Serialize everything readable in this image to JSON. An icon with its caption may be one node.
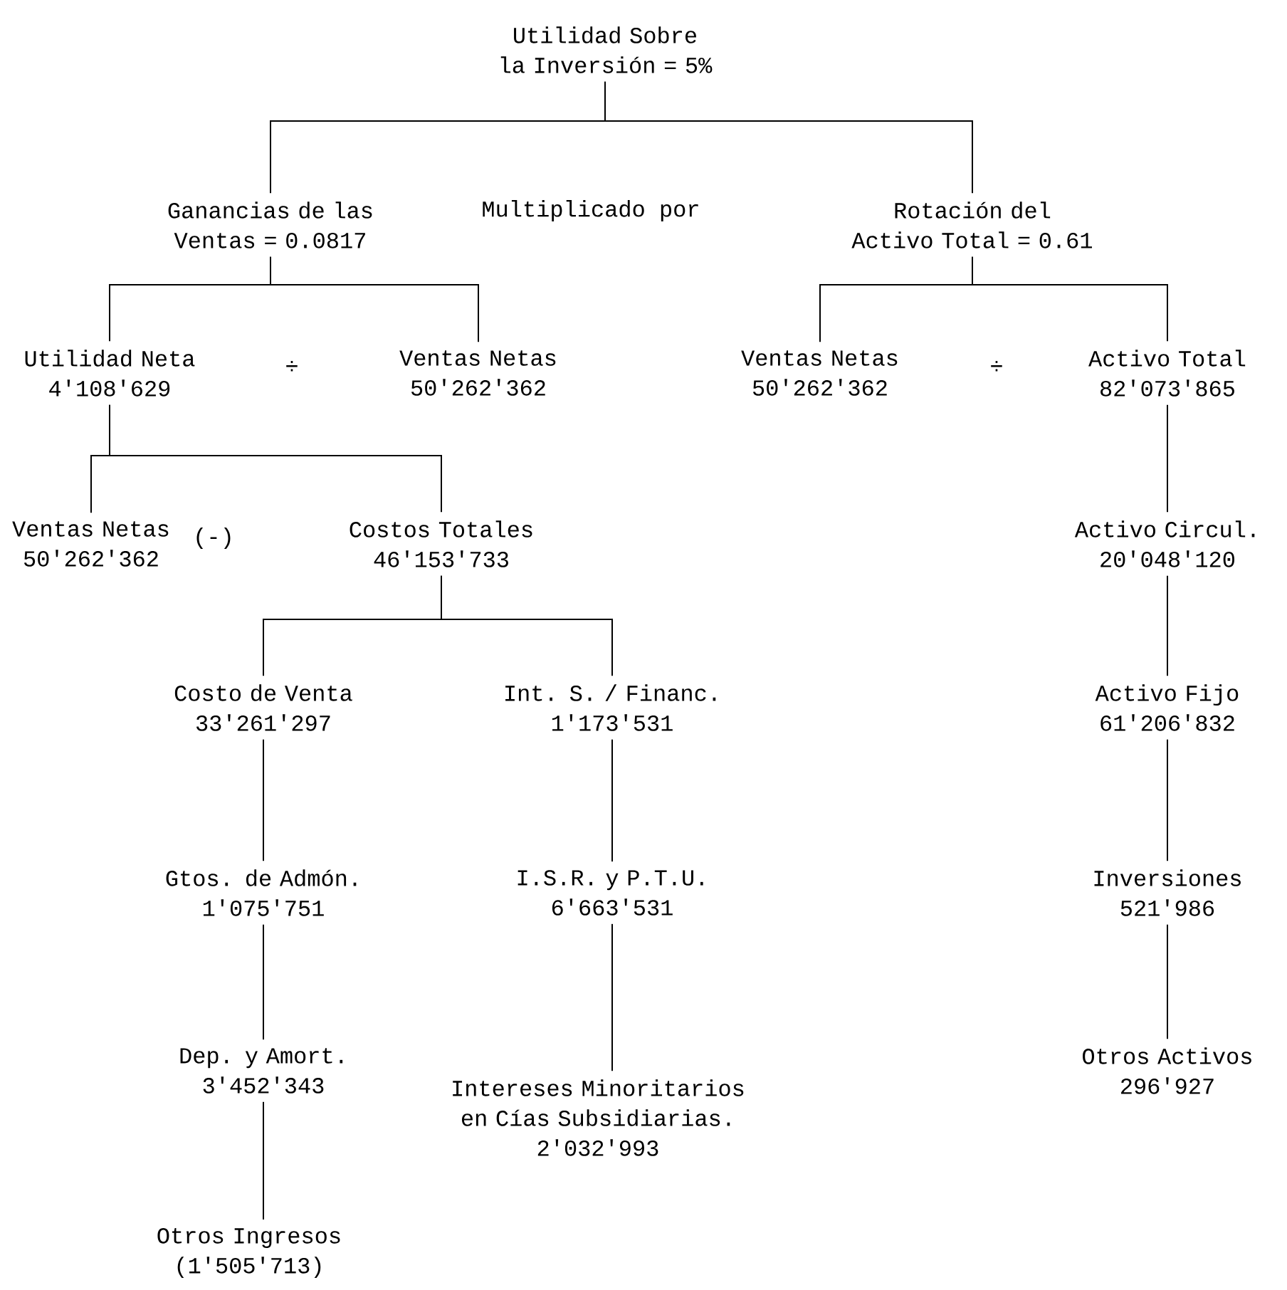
{
  "diagram": {
    "nodes": [
      {
        "text": [
          "Utilidad Sobre la Inversión = 5%"
        ]
      },
      {
        "text": [
          "Ganancias de las Ventas = 0.0817"
        ]
      },
      {
        "text": [
          "Rotación del Activo Total = 0.61"
        ]
      },
      {
        "text": [
          "Utilidad Neta",
          "4'108'629"
        ]
      },
      {
        "text": [
          "Ventas Netas",
          "50'262'362"
        ]
      },
      {
        "text": [
          "Ventas Netas",
          "50'262'362"
        ]
      },
      {
        "text": [
          "Activo Total",
          "82'073'865"
        ]
      },
      {
        "text": [
          "Ventas Netas",
          "50'262'362"
        ]
      },
      {
        "text": [
          "Costos Totales",
          "46'153'733"
        ]
      },
      {
        "text": [
          "Activo Circul.",
          "20'048'120"
        ]
      },
      {
        "text": [
          "Costo de Venta",
          "33'261'297"
        ]
      },
      {
        "text": [
          "Int. S. / Financ.",
          "1'173'531"
        ]
      },
      {
        "text": [
          "Activo Fijo",
          "61'206'832"
        ]
      },
      {
        "text": [
          "Gtos. de Admón.",
          "1'075'751"
        ]
      },
      {
        "text": [
          "I.S.R. y P.T.U.",
          "6'663'531"
        ]
      },
      {
        "text": [
          "Inversiones",
          "521'986"
        ]
      },
      {
        "text": [
          "Dep. y Amort.",
          "3'452'343"
        ]
      },
      {
        "text": [
          "Intereses Minoritarios en Cías Subsidiarias.",
          "2'032'993"
        ]
      },
      {
        "text": [
          "Otros Ingresos",
          "(1'505'713)"
        ]
      },
      {
        "text": [
          "Otros Activos",
          "296'927"
        ]
      }
    ],
    "edges": [
      {
        "from": 0,
        "to": 1,
        "arrow": "none"
      },
      {
        "from": 0,
        "to": 2,
        "arrow": "none"
      },
      {
        "from": 1,
        "to": 3,
        "arrow": "none"
      },
      {
        "from": 1,
        "to": 4,
        "arrow": "none"
      },
      {
        "from": 2,
        "to": 5,
        "arrow": "none"
      },
      {
        "from": 2,
        "to": 6,
        "arrow": "none"
      },
      {
        "from": 3,
        "to": 7,
        "arrow": "none"
      },
      {
        "from": 3,
        "to": 8,
        "arrow": "none"
      },
      {
        "from": 6,
        "to": 9,
        "arrow": "none"
      },
      {
        "from": 8,
        "to": 10,
        "arrow": "none"
      },
      {
        "from": 8,
        "to": 11,
        "arrow": "none"
      },
      {
        "from": 9,
        "to": 12,
        "arrow": "none"
      },
      {
        "from": 10,
        "to": 13,
        "arrow": "none"
      },
      {
        "from": 11,
        "to": 14,
        "arrow": "none"
      },
      {
        "from": 12,
        "to": 15,
        "arrow": "none"
      },
      {
        "from": 13,
        "to": 16,
        "arrow": "none"
      },
      {
        "from": 14,
        "to": 17,
        "arrow": "none"
      },
      {
        "from": 15,
        "to": 19,
        "arrow": "none"
      },
      {
        "from": 16,
        "to": 18,
        "arrow": "none"
      }
    ],
    "labels": [
      "Multiplicado por",
      "÷",
      "÷",
      "(-)"
    ]
  }
}
